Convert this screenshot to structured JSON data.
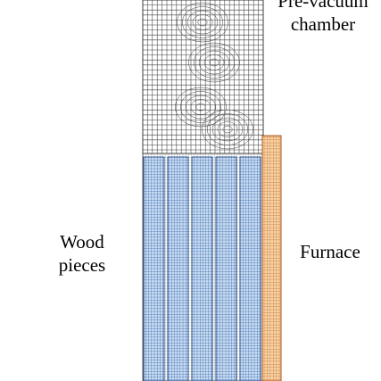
{
  "labels": {
    "pre_vacuum_line1": "Pre-vacuum",
    "pre_vacuum_line2": "chamber",
    "wood_line1": "Wood",
    "wood_line2": "pieces",
    "furnace": "Furnace"
  },
  "regions": {
    "wood_piece_count": 5
  },
  "colors": {
    "mesh_line": "#4d4d4d",
    "wood_fill": "#6b96d0",
    "wood_cell": "#c9dcf2",
    "furnace_fill": "#e69a4e",
    "furnace_cell": "#f6d3a9",
    "gap_fill": "#f4f4f4"
  }
}
